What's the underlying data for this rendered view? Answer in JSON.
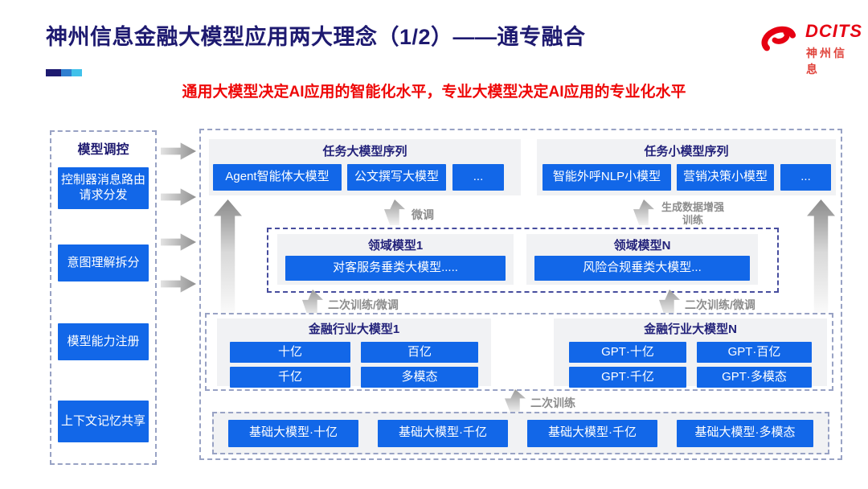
{
  "header": {
    "title": "神州信息金融大模型应用两大理念（1/2）——通专融合",
    "subtitle": "通用大模型决定AI应用的智能化水平，专业大模型决定AI应用的专业化水平",
    "logo": {
      "brand": "DCITS",
      "brand_cn": "神州信息"
    }
  },
  "colors": {
    "title_navy": "#1e1a70",
    "subtitle_red": "#ee0808",
    "logo_red": "#e60012",
    "node_blue": "#1267e8",
    "panel_gray": "#f1f2f4",
    "label_gray": "#8c8c8c"
  },
  "sidebar": {
    "title": "模型调控",
    "items": [
      "控制器消息路由请求分发",
      "意图理解拆分",
      "模型能力注册",
      "上下文记忆共享"
    ]
  },
  "main": {
    "task_large": {
      "title": "任务大模型序列",
      "boxes": [
        "Agent智能体大模型",
        "公文撰写大模型",
        "..."
      ]
    },
    "task_small": {
      "title": "任务小模型序列",
      "boxes": [
        "智能外呼NLP小模型",
        "营销决策小模型",
        "..."
      ]
    },
    "labels": {
      "fine_tune": "微调",
      "gen_data_augment": "生成数据增强训练",
      "retrain_left": "二次训练/微调",
      "retrain_right": "二次训练/微调",
      "retrain_bottom": "二次训练"
    },
    "domain": {
      "left": {
        "title": "领域模型1",
        "box": "对客服务垂类大模型....."
      },
      "right": {
        "title": "领域模型N",
        "box": "风险合规垂类大模型..."
      }
    },
    "industry": {
      "left": {
        "title": "金融行业大模型1",
        "boxes": [
          "十亿",
          "百亿",
          "千亿",
          "多模态"
        ]
      },
      "right": {
        "title": "金融行业大模型N",
        "boxes": [
          "GPT·十亿",
          "GPT·百亿",
          "GPT·千亿",
          "GPT·多模态"
        ]
      }
    },
    "base": {
      "boxes": [
        "基础大模型·十亿",
        "基础大模型·千亿",
        "基础大模型·千亿",
        "基础大模型·多模态"
      ]
    }
  }
}
